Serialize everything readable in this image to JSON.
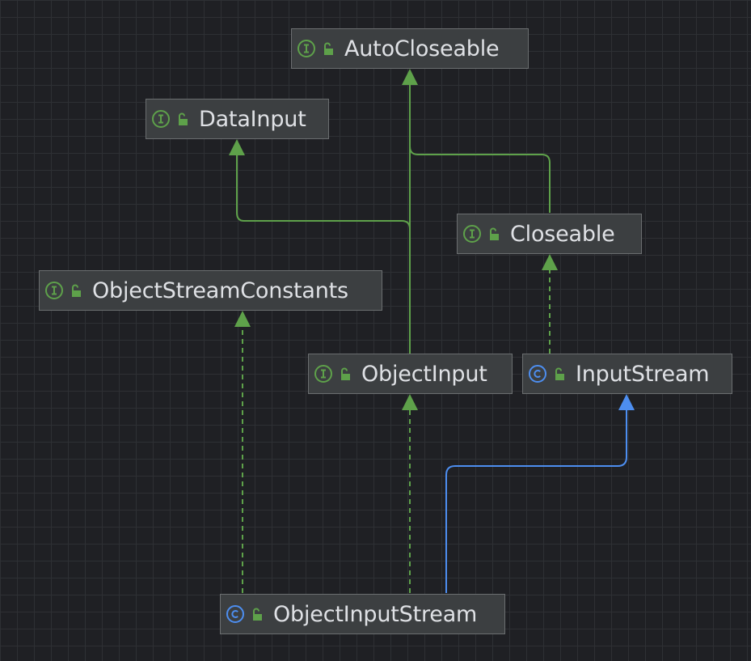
{
  "diagram": {
    "colors": {
      "background": "#1f2024",
      "node_fill": "#3c3f41",
      "node_border": "#6b6e70",
      "text": "#dfe1e5",
      "interface_edge": "#5ea14a",
      "class_edge": "#4d8ef0"
    },
    "nodes": {
      "autocloseable": {
        "label": "AutoCloseable",
        "kind": "interface"
      },
      "datainput": {
        "label": "DataInput",
        "kind": "interface"
      },
      "closeable": {
        "label": "Closeable",
        "kind": "interface"
      },
      "objectstreamconstants": {
        "label": "ObjectStreamConstants",
        "kind": "interface"
      },
      "objectinput": {
        "label": "ObjectInput",
        "kind": "interface"
      },
      "inputstream": {
        "label": "InputStream",
        "kind": "class"
      },
      "objectinputstream": {
        "label": "ObjectInputStream",
        "kind": "class"
      }
    },
    "edges": [
      {
        "from": "objectinput",
        "to": "autocloseable",
        "relation": "extends"
      },
      {
        "from": "objectinput",
        "to": "datainput",
        "relation": "extends"
      },
      {
        "from": "closeable",
        "to": "autocloseable",
        "relation": "extends"
      },
      {
        "from": "inputstream",
        "to": "closeable",
        "relation": "implements"
      },
      {
        "from": "objectinputstream",
        "to": "objectstreamconstants",
        "relation": "implements"
      },
      {
        "from": "objectinputstream",
        "to": "objectinput",
        "relation": "implements"
      },
      {
        "from": "objectinputstream",
        "to": "inputstream",
        "relation": "extends"
      }
    ]
  }
}
